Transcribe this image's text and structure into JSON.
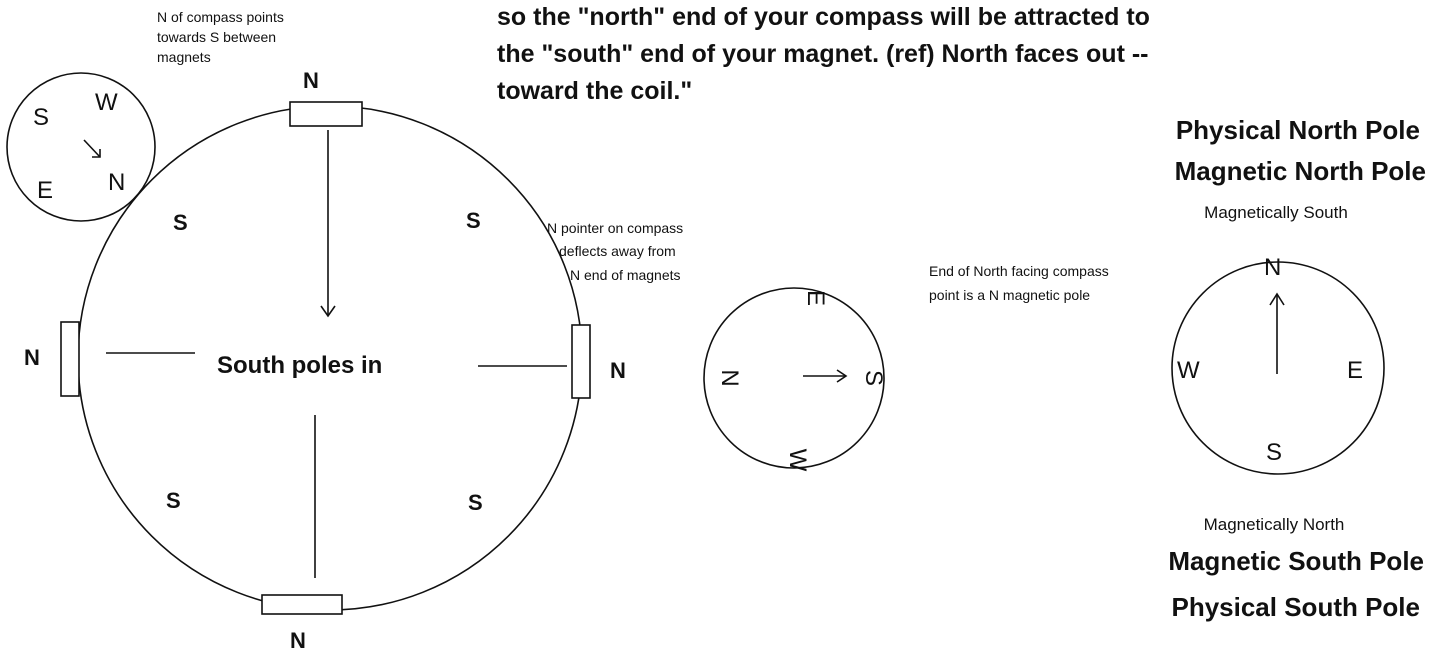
{
  "quote": {
    "line1": "so the \"north\" end of your compass will be attracted to",
    "line2": "the \"south\" end of your magnet. (ref) North faces out --",
    "line3": "toward the coil.\""
  },
  "notes": {
    "compass_between_line1": "N of compass points",
    "compass_between_line2": "towards S between",
    "compass_between_line3": "magnets",
    "deflect_line1": "N pointer on compass",
    "deflect_line2": "deflects away from",
    "deflect_line3": "N end of magnets",
    "north_facing_line1": "End of North facing compass",
    "north_facing_line2": "point is a N magnetic pole"
  },
  "ring": {
    "center_label": "South poles in",
    "magnet_label": "N",
    "between_label": "S"
  },
  "compass_small": {
    "n": "N",
    "s": "S",
    "e": "E",
    "w": "W"
  },
  "compass_middle": {
    "n": "N",
    "s": "S",
    "e": "E",
    "w": "W"
  },
  "compass_earth": {
    "n": "N",
    "s": "S",
    "e": "E",
    "w": "W"
  },
  "earth": {
    "physical_north": "Physical North Pole",
    "magnetic_north": "Magnetic North Pole",
    "magnetically_south": "Magnetically South",
    "magnetically_north": "Magnetically North",
    "magnetic_south": "Magnetic South Pole",
    "physical_south": "Physical South Pole"
  }
}
